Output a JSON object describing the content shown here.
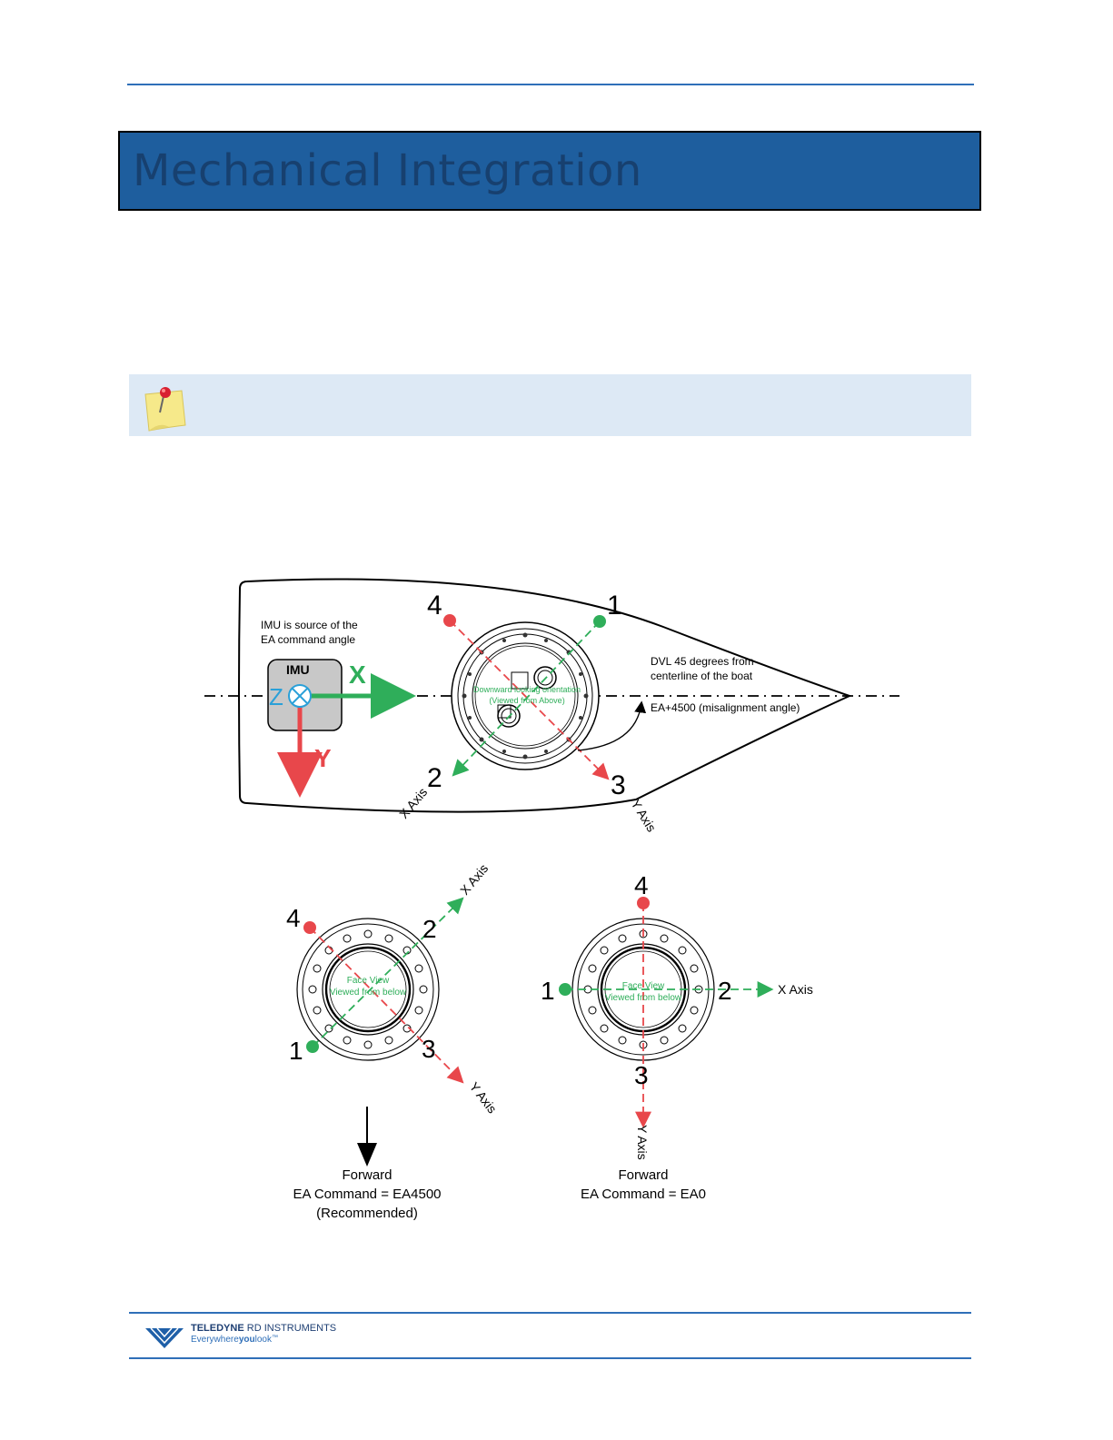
{
  "page": {
    "title": "Mechanical Integration",
    "accent_color": "#2f6fb8",
    "banner_color": "#1e5e9e",
    "note_bg_color": "#dde9f5",
    "note_icon": "sticky-note-pushpin-icon"
  },
  "figure": {
    "boat": {
      "imu_note_line1": "IMU is source of the",
      "imu_note_line2": "EA command angle",
      "imu_label": "IMU",
      "imu_z": "Z",
      "imu_x": "X",
      "imu_y": "Y",
      "dvl_note_line1": "DVL 45 degrees from",
      "dvl_note_line2": "centerline of the boat",
      "misalignment": "EA+4500 (misalignment angle)",
      "center_line1": "Downward looking orientation",
      "center_line2": "(Viewed from Above)",
      "beam1": "1",
      "beam2": "2",
      "beam3": "3",
      "beam4": "4",
      "x_axis": "X Axis",
      "y_axis": "Y Axis"
    },
    "left_face": {
      "face_line1": "Face View",
      "face_line2": "Viewed from below",
      "beam1": "1",
      "beam2": "2",
      "beam3": "3",
      "beam4": "4",
      "x_axis": "X Axis",
      "y_axis": "Y Axis",
      "caption1": "Forward",
      "caption2": "EA Command = EA4500",
      "caption3": "(Recommended)"
    },
    "right_face": {
      "face_line1": "Face View",
      "face_line2": "Viewed from below",
      "beam1": "1",
      "beam2": "2",
      "beam3": "3",
      "beam4": "4",
      "x_axis": "X Axis",
      "y_axis": "Y Axis",
      "caption1": "Forward",
      "caption2": "EA Command = EA0"
    },
    "colors": {
      "green": "#2fae5a",
      "red": "#e8474b",
      "blue": "#2aa0d8"
    }
  },
  "footer": {
    "brand": "TELEDYNE",
    "brand_suffix": "RD INSTRUMENTS",
    "tagline_1": "Everywhere",
    "tagline_2": "you",
    "tagline_3": "look",
    "tagline_tm": "™",
    "logo_icon": "teledyne-logo-icon"
  }
}
